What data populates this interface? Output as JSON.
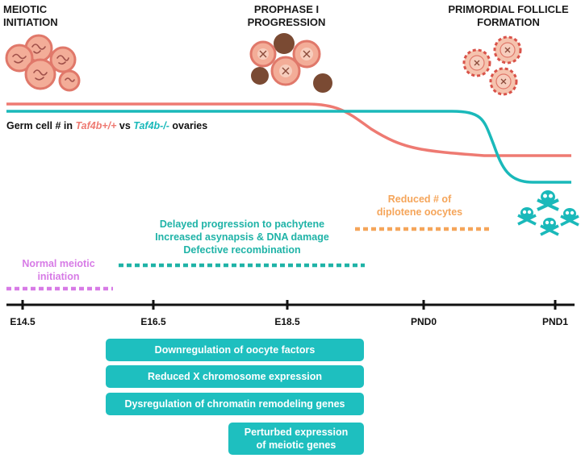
{
  "stages": {
    "meiotic": "MEIOTIC\nINITIATION",
    "prophase": "PROPHASE I\nPROGRESSION",
    "primordial": "PRIMORDIAL FOLLICLE\nFORMATION"
  },
  "legend": {
    "prefix": "Germ cell # in ",
    "wt": "Taf4b+/+",
    "middle": " vs ",
    "ko": "Taf4b-/-",
    "suffix": " ovaries"
  },
  "notes": {
    "normal": "Normal meiotic\ninitiation",
    "delayed": "Delayed progression to pachytene\nIncreased asynapsis & DNA damage\nDefective recombination",
    "reduced": "Reduced # of\ndiplotene oocytes"
  },
  "timeline": {
    "ticks": [
      "E14.5",
      "E16.5",
      "E18.5",
      "PND0",
      "PND1"
    ]
  },
  "boxes": [
    "Downregulation of oocyte factors",
    "Reduced X chromosome expression",
    "Dysregulation of chromatin remodeling genes",
    "Perturbed expression\nof meiotic genes"
  ],
  "colors": {
    "wt": "#ee7a72",
    "ko": "#1ab9ba",
    "normal": "#d77be6",
    "delayed": "#1fb3a7",
    "reduced": "#f5a55a",
    "box": "#1ebfbf"
  },
  "icons": {
    "meiotic": "germ-cell-cluster-icon",
    "prophase": "oocyte-cluster-icon",
    "primordial": "follicle-cluster-icon",
    "death": "skull-crossbones-icon"
  }
}
